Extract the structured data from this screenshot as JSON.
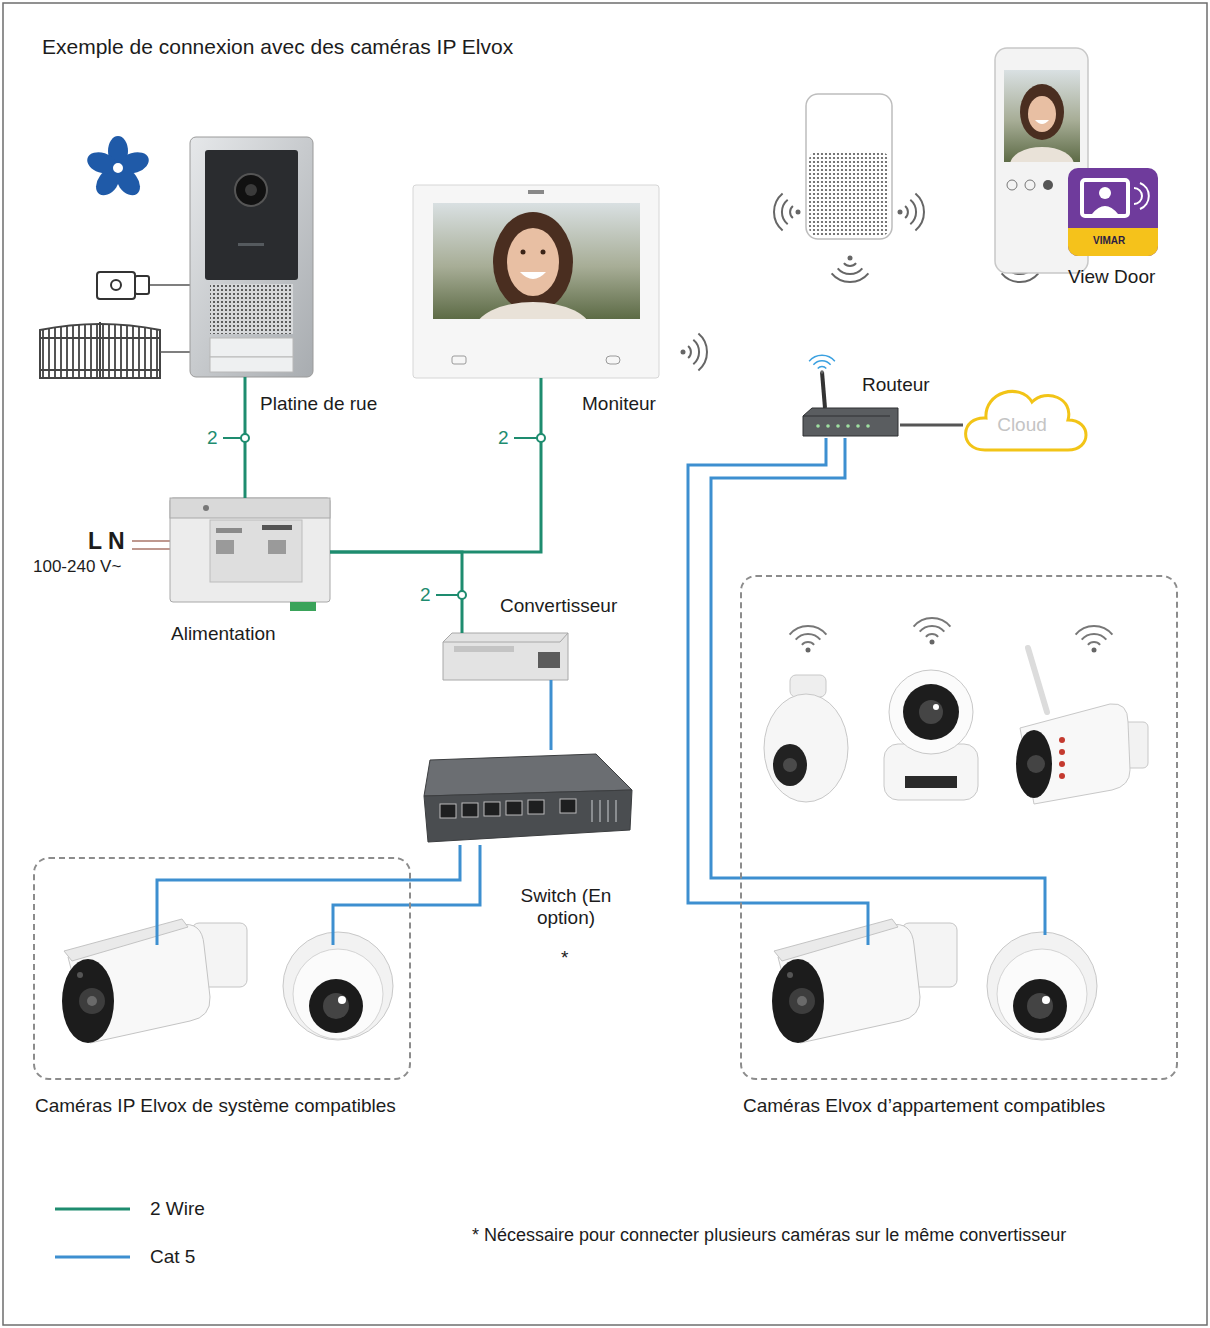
{
  "diagram": {
    "title": "Exemple de connexion avec des caméras IP Elvox",
    "nodes": [
      {
        "text": [
          "Platine de rue"
        ]
      },
      {
        "text": [
          "Moniteur"
        ]
      },
      {
        "text": [
          "Routeur"
        ]
      },
      {
        "text": [
          "Cloud"
        ]
      },
      {
        "text": [
          "Alimentation"
        ]
      },
      {
        "text": [
          "Convertisseur"
        ]
      },
      {
        "text": [
          "Caméras Elvox d’appartement compatibles"
        ]
      },
      {
        "text": [
          "Switch (En option)"
        ]
      },
      {
        "text": [
          "Caméras IP Elvox de système compatibles"
        ]
      }
    ],
    "edges": [
      {
        "from": 0,
        "to": 4,
        "arrow": "none",
        "label": "2"
      },
      {
        "from": 4,
        "to": 1,
        "arrow": "none",
        "label": "2"
      },
      {
        "from": 4,
        "to": 5,
        "arrow": "none",
        "label": "2"
      },
      {
        "from": 5,
        "to": 7,
        "arrow": "none"
      },
      {
        "from": 7,
        "to": 8,
        "arrow": "none"
      },
      {
        "from": 7,
        "to": 8,
        "arrow": "none"
      },
      {
        "from": 2,
        "to": 6,
        "arrow": "none"
      },
      {
        "from": 2,
        "to": 6,
        "arrow": "none"
      },
      {
        "from": 2,
        "to": 3,
        "arrow": "none"
      }
    ],
    "labels": [
      "L N",
      "100-240 V~",
      "VIMAR",
      "View Door",
      "*",
      "* Nécessaire pour connecter plusieurs caméras sur le même convertisseur"
    ],
    "legend": [
      {
        "text": "2 Wire"
      },
      {
        "text": "Cat 5"
      }
    ]
  }
}
